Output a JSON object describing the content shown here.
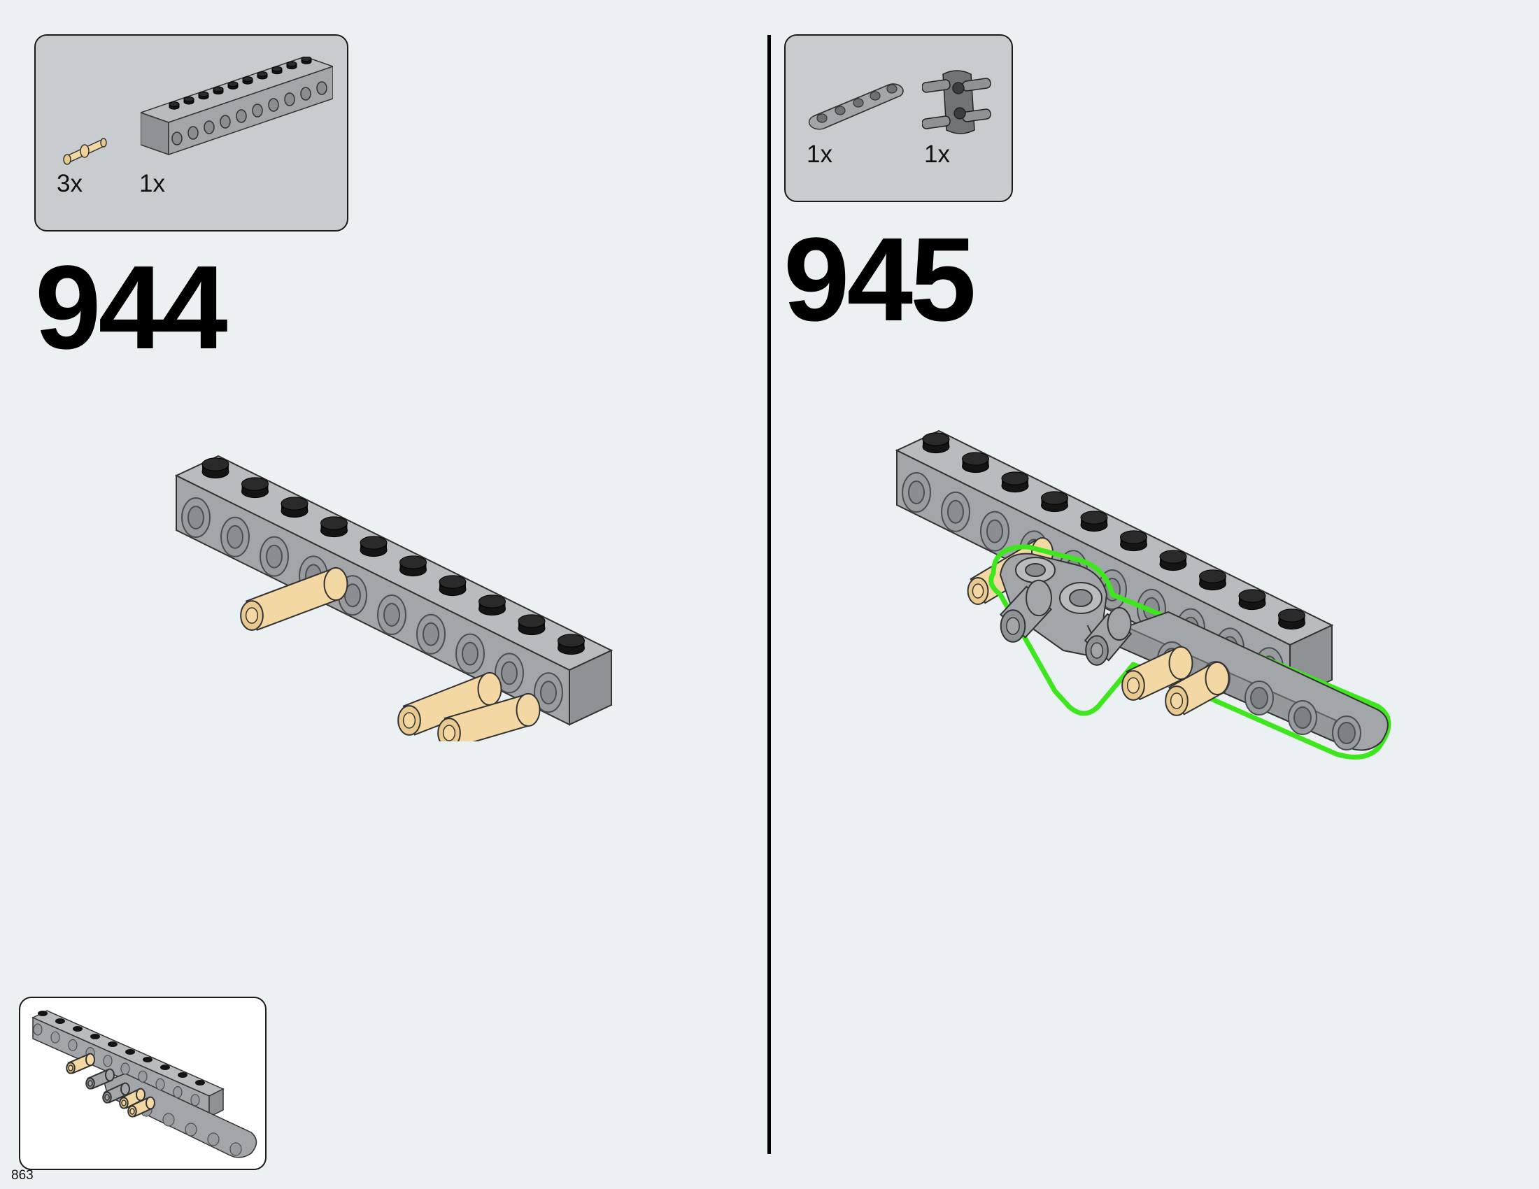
{
  "page_number": "863",
  "steps": [
    {
      "number": "944",
      "parts": [
        {
          "icon": "tan-connector-pin-icon",
          "quantity": "3x"
        },
        {
          "icon": "gray-technic-brick-1x10-icon",
          "quantity": "1x"
        }
      ]
    },
    {
      "number": "945",
      "parts": [
        {
          "icon": "gray-technic-beam-5-icon",
          "quantity": "1x"
        },
        {
          "icon": "gray-pin-connector-block-icon",
          "quantity": "1x"
        }
      ]
    }
  ],
  "colors": {
    "background": "#ebf0f3",
    "parts_box": "#c8cccf",
    "brick_gray": "#a2a6a9",
    "pin_tan": "#f4d8a3",
    "stud_black": "#141414",
    "highlight_green": "#3ee61d"
  }
}
